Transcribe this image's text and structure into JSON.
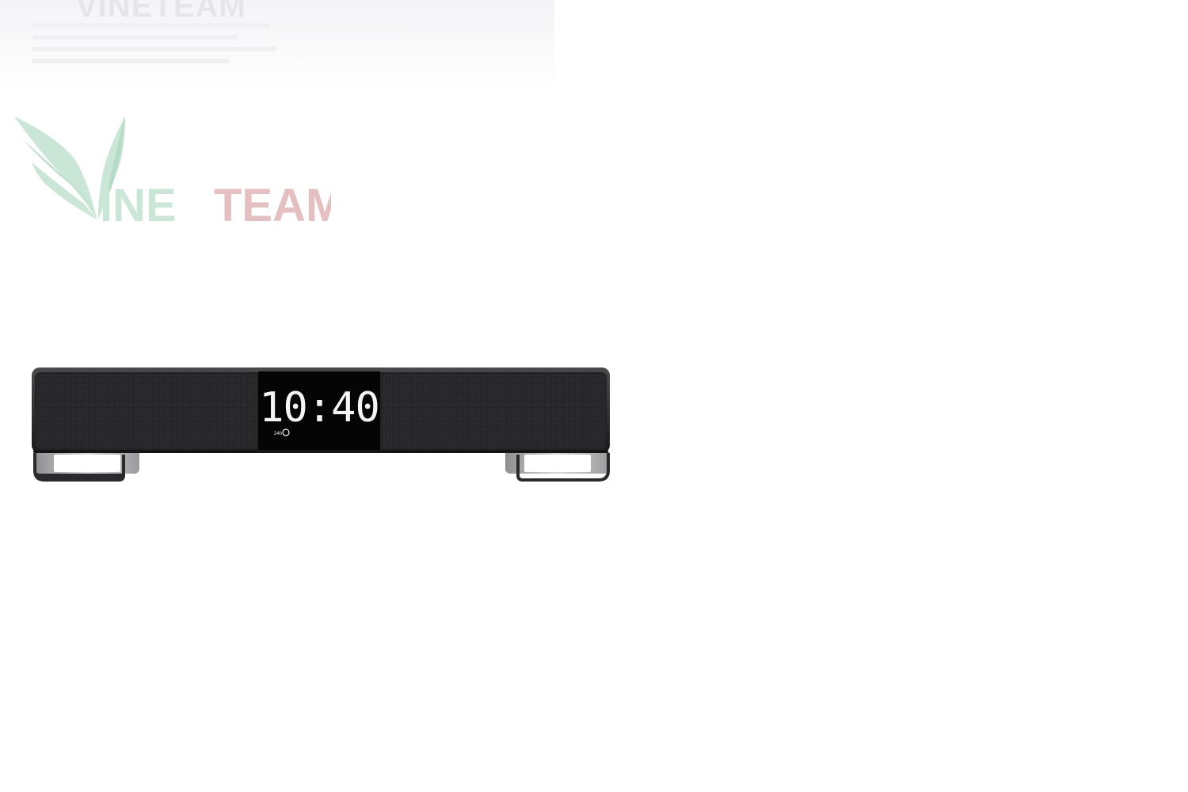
{
  "watermark": {
    "brand_prefix": "V",
    "brand_green": "INE",
    "brand_red": "TEAM",
    "green_color": "#c9e6d6",
    "red_color": "#e6bfc1"
  },
  "top_strip": {
    "ghost_text": "VINETEAM"
  },
  "product": {
    "type": "soundbar-alarm-clock",
    "display_time": "10:40",
    "display_badge": "24h",
    "body_color": "#2a2a2c",
    "display_color": "#050506",
    "digit_color": "#f4f4f4"
  }
}
